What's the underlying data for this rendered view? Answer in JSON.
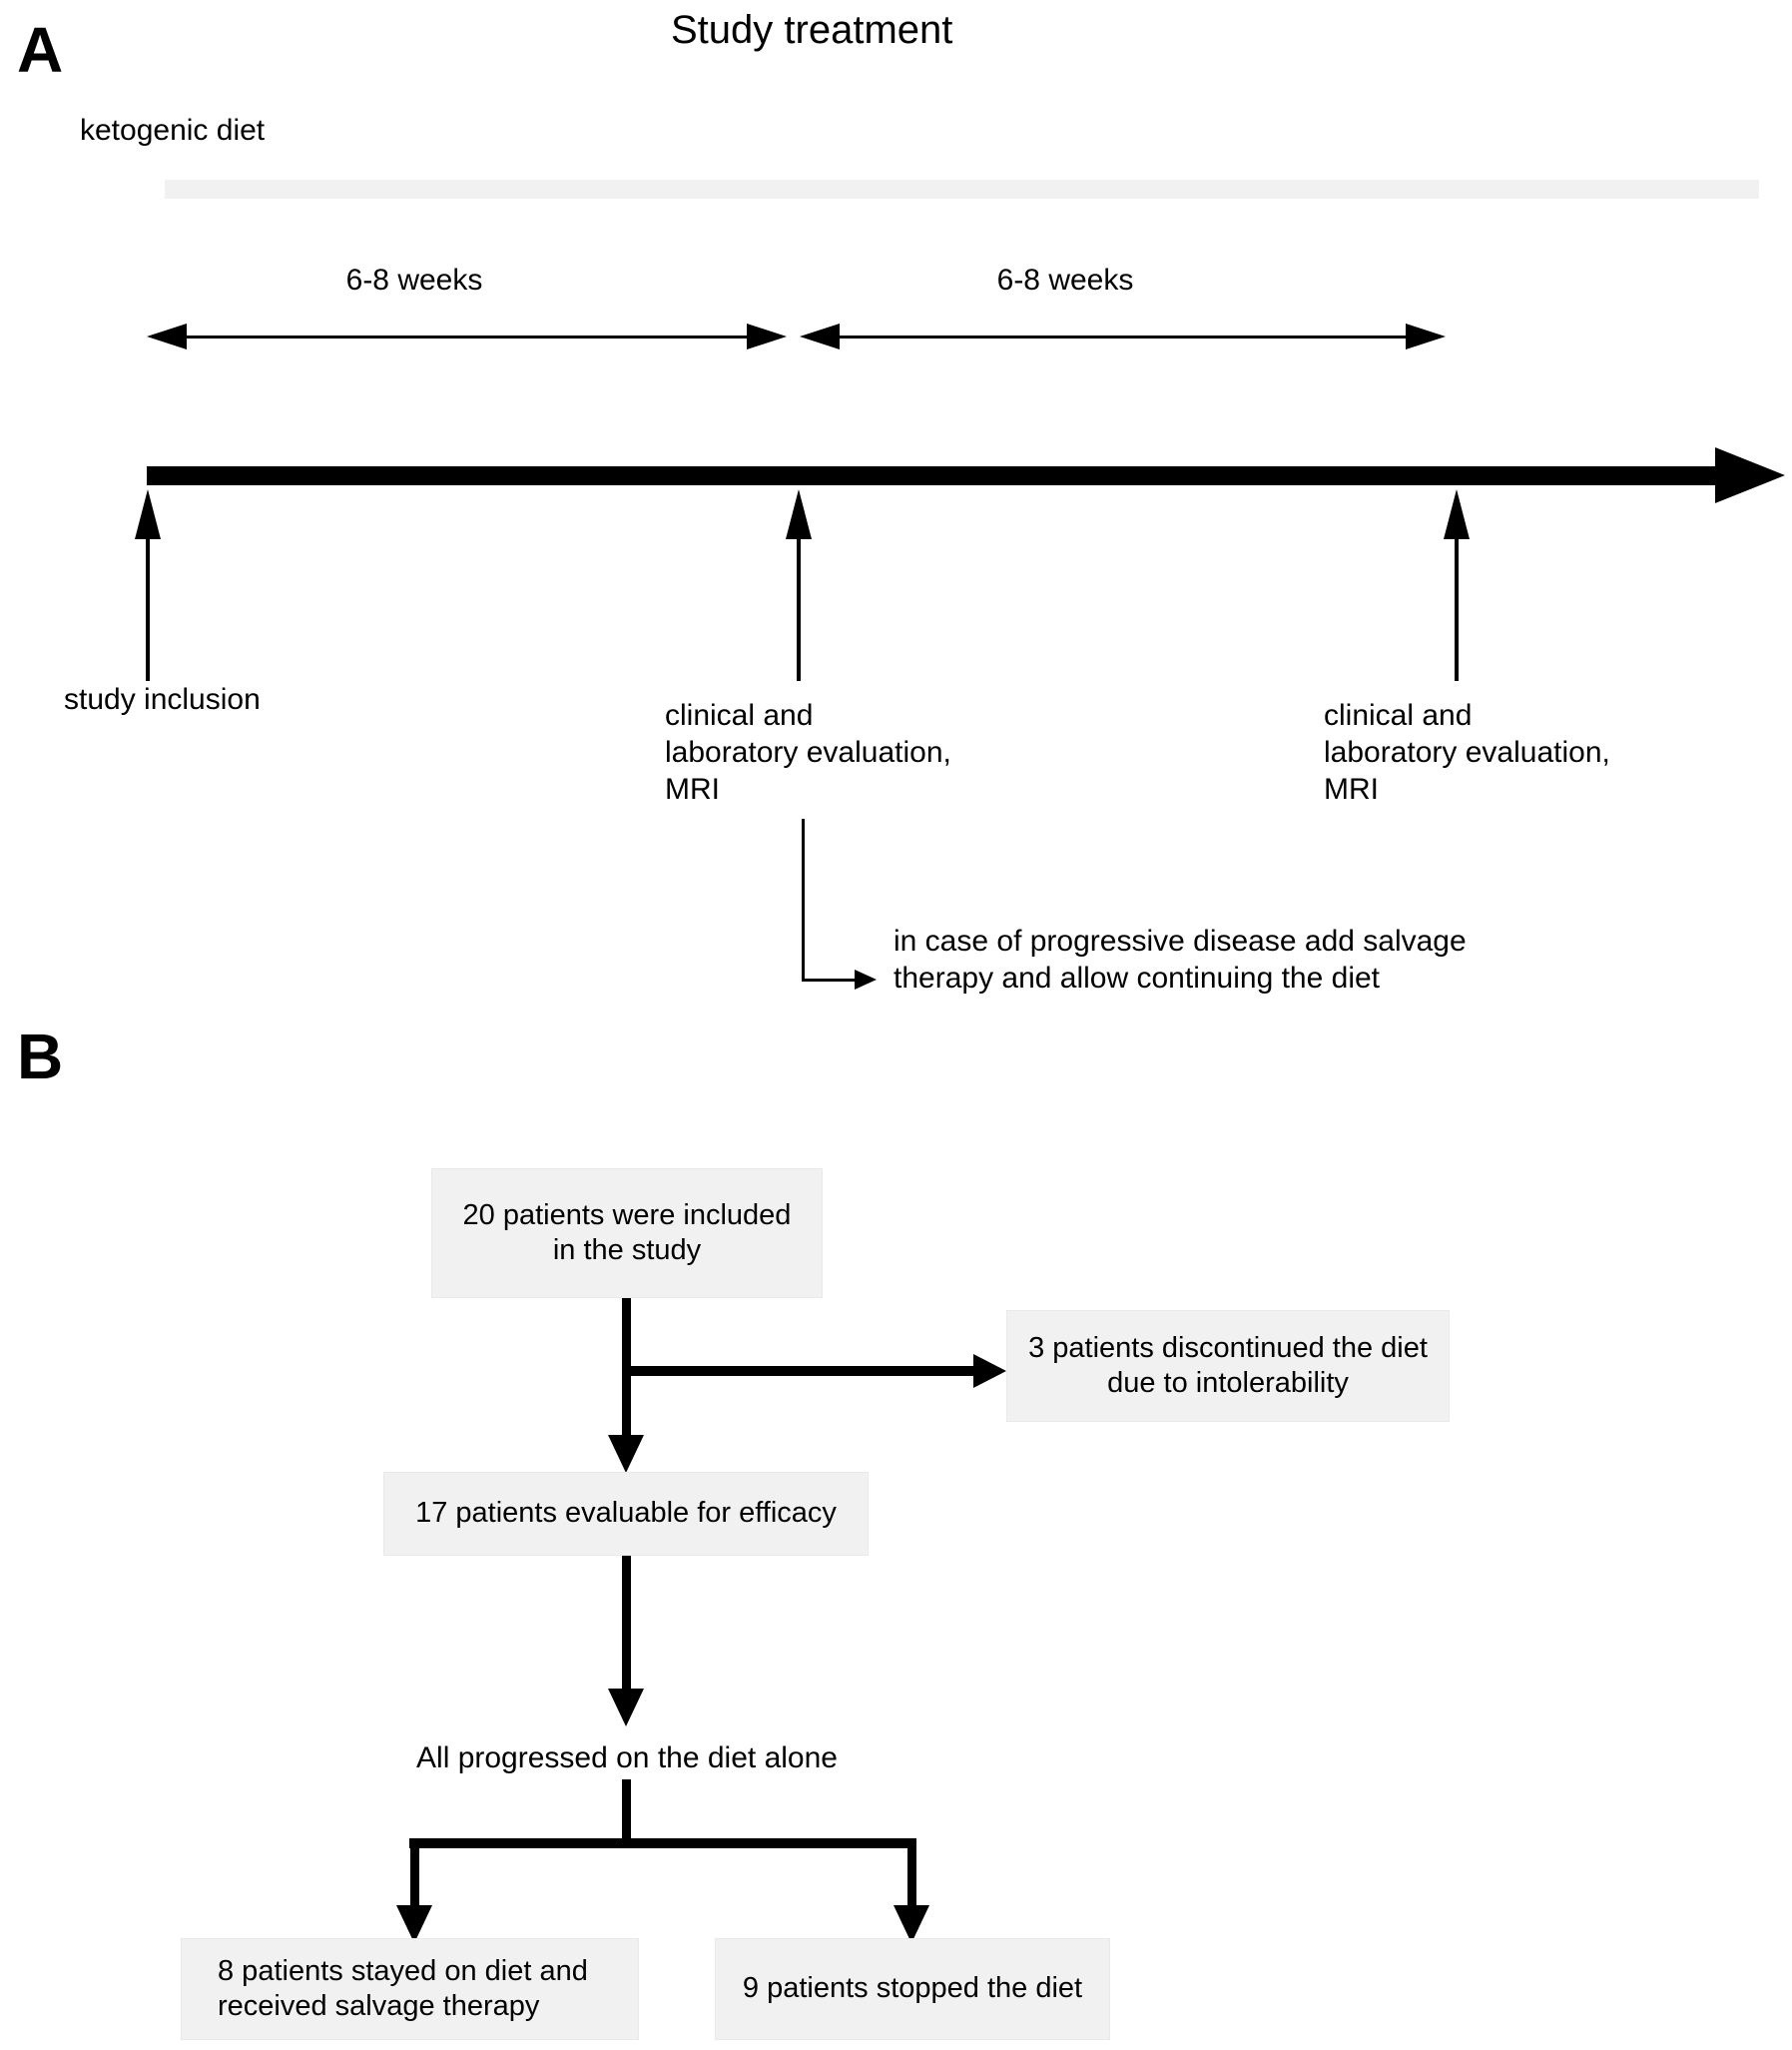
{
  "figure": {
    "background": "#ffffff",
    "line_color": "#000000",
    "box_fill": "#f1f1f1",
    "diet_bar_fill": "#f1f1f1"
  },
  "panel_a": {
    "label": "A",
    "title": "Study treatment",
    "diet_bar_label": "ketogenic diet",
    "interval_labels": {
      "first": "6-8 weeks",
      "second": "6-8 weeks"
    },
    "timeline_events": {
      "inclusion": "study inclusion",
      "evaluation_mid": "clinical and\nlaboratory evaluation,\nMRI",
      "evaluation_end": "clinical and\nlaboratory evaluation,\nMRI"
    },
    "salvage_note": "in case of progressive disease add salvage\ntherapy and allow continuing the diet"
  },
  "panel_b": {
    "label": "B",
    "flow_boxes": {
      "included": "20 patients were included\nin the study",
      "discontinued": "3 patients discontinued the diet\ndue to intolerability",
      "evaluable": "17 patients evaluable for efficacy",
      "stayed": "8 patients stayed on diet and\nreceived salvage therapy",
      "stopped": "9 patients stopped the diet"
    },
    "progress_note": "All progressed on the diet alone"
  }
}
